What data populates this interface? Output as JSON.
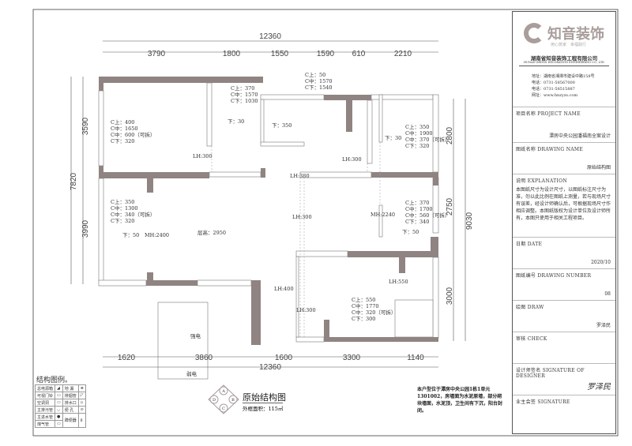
{
  "plan": {
    "top_dims": [
      "3790",
      "1800",
      "1550",
      "1590",
      "610",
      "2210"
    ],
    "top_total": "12360",
    "bottom_dims": [
      "1620",
      "3860",
      "1600",
      "3300",
      "1140"
    ],
    "bottom_total": "12360",
    "left_dims": [
      "3590",
      "3990"
    ],
    "left_total": "7820",
    "right_dims": [
      "2800",
      "2750",
      "3000"
    ],
    "right_total": "9030",
    "rooms": [
      {
        "lines": [
          "C上：400",
          "C中：1650",
          "C中：600（可拆）",
          "C下：320"
        ]
      },
      {
        "lines": [
          "C上：370",
          "C中：1570",
          "C下：1030"
        ]
      },
      {
        "lines": [
          "C上：50",
          "C中：1570",
          "C下：1540"
        ]
      },
      {
        "lines": [
          "C上：350",
          "C中：1900",
          "C中：370（可拆）",
          "C下：320"
        ]
      },
      {
        "lines": [
          "C上：350",
          "C中：1300",
          "C中：340（可拆）",
          "C下：320"
        ]
      },
      {
        "lines": [
          "C上：370",
          "C中：1700",
          "C中：560（可拆）",
          "C下：340"
        ]
      },
      {
        "lines": [
          "C上：550",
          "C中：1770",
          "C中：320（可拆）",
          "C下：300"
        ]
      }
    ],
    "labels": {
      "down30a": "下：30",
      "down350": "下：350",
      "down30b": "下：30",
      "down50a": "下：50",
      "mh2400": "MH:2400",
      "height": "层高：2950",
      "lh300a": "LH:300",
      "lh380": "LH:380",
      "lh300b": "LH:300",
      "lh300c": "LH:300",
      "mh2240": "MH:2240",
      "down50b": "下：50",
      "lh550": "LH:550",
      "lh400": "LH:400",
      "lh300d": "LH:300",
      "strong": "强电",
      "weak": "弱电"
    }
  },
  "legend": {
    "title": "结构图例。",
    "rows": [
      [
        "总电源箱",
        "地 漏"
      ],
      [
        "可视门铃",
        "排烟管"
      ],
      [
        "空调洞",
        "排水口"
      ],
      [
        "主排污管",
        "便 孔"
      ],
      [
        "主进水管",
        "蹲便器"
      ],
      [
        "煤气管",
        ""
      ]
    ]
  },
  "plan_title": "原始结构图",
  "area": "外框面积：115㎡",
  "compass": [
    "A",
    "B",
    "C",
    "D"
  ],
  "note": "本户型位于潭房中央公园1栋1单元1301002，房墙面为水泥原墙，部分砌块墙面，水泥顶，卫生间有下沉，阳台封闭。",
  "title_block": {
    "brand": "知音装饰",
    "slogan": "用心筑家　幸福践行",
    "company": "湖南省知音装饰工程有限公司",
    "company_en": "HUNAN ZHIYIN DECORATION ENGINEERING CO., LTD",
    "contact": [
      "地址：湖南省湘潭市建设中路158号",
      "电话：0731-58567000",
      "电话：0731-58515887",
      "网址：www.hnzyzs.com"
    ],
    "project_label": "项目名称 PROJECT NAME",
    "project": "潭房中央公园潘福南全案设计",
    "drawing_label": "图纸名称 DRAWING NAME",
    "drawing": "原始结构图",
    "expl_label": "说明 EXPLANATION",
    "expl": "本图纸尺寸为设计尺寸，以图纸标注尺寸为准，勿以此比例在图纸上测量，若与现场尺寸有误差，经设计师确认后，可根据现场尺寸作相应调整。本图纸版权为设计单位及设计师所有，本图只使用于相关工程项目。",
    "date_label": "日期 DATE",
    "date": "2020/10",
    "number_label": "图纸编号 DRAWING NUMBER",
    "number": "08",
    "draw_label": "绘图 DRAW",
    "draw": "罗泽民",
    "check_label": "审核 CHECK",
    "designer_label": "设计师签名 SIGNATURE OF DESIGNER",
    "designer_sig": "罗泽民",
    "owner_label": "业主会签 SIGNATURE"
  },
  "colors": {
    "wall": "#8f8482",
    "line": "#888888"
  }
}
